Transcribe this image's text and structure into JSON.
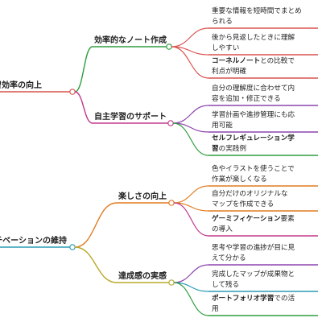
{
  "mindmap": {
    "roots": [
      {
        "label": "学習効率の向上",
        "color": "#d9534f",
        "children": [
          {
            "label": "効率的なノート作成",
            "color": "#2e9e3e",
            "children": [
              {
                "lines": [
                  [
                    {
                      "t": "重要な情報を短時間でまとめ"
                    }
                  ],
                  [
                    {
                      "t": "られる"
                    }
                  ]
                ],
                "color": "#d9534f"
              },
              {
                "lines": [
                  [
                    {
                      "t": "後から見返したときに理解"
                    }
                  ],
                  [
                    {
                      "t": "しやすい"
                    }
                  ]
                ],
                "color": "#d9534f"
              },
              {
                "lines": [
                  [
                    {
                      "t": "コーネルノート",
                      "b": true
                    },
                    {
                      "t": "との比較で"
                    }
                  ],
                  [
                    {
                      "t": "利点が明確"
                    }
                  ]
                ],
                "color": "#d9534f"
              }
            ]
          },
          {
            "label": "自主学習のサポート",
            "color": "#c2388a",
            "children": [
              {
                "lines": [
                  [
                    {
                      "t": "自分の理解度に合わせて内"
                    }
                  ],
                  [
                    {
                      "t": "容を追加・修正できる"
                    }
                  ]
                ],
                "color": "#8e44ad"
              },
              {
                "lines": [
                  [
                    {
                      "t": "学習計画や進捗管理にも応"
                    }
                  ],
                  [
                    {
                      "t": "用可能"
                    }
                  ]
                ],
                "color": "#8e44ad"
              },
              {
                "lines": [
                  [
                    {
                      "t": "セルフレギュレーション学",
                      "b": true
                    }
                  ],
                  [
                    {
                      "t": "習",
                      "b": true
                    },
                    {
                      "t": "の実践例"
                    }
                  ]
                ],
                "color": "#2e9e3e"
              }
            ]
          }
        ]
      },
      {
        "label": "モチベーションの維持",
        "color": "#2a9bb5",
        "children": [
          {
            "label": "楽しさの向上",
            "color": "#e07b1f",
            "children": [
              {
                "lines": [
                  [
                    {
                      "t": "色やイラストを使うことで"
                    }
                  ],
                  [
                    {
                      "t": "作業が楽しくなる"
                    }
                  ]
                ],
                "color": "#e07b1f"
              },
              {
                "lines": [
                  [
                    {
                      "t": "自分だけのオリジナルな"
                    }
                  ],
                  [
                    {
                      "t": "マップを作成できる"
                    }
                  ]
                ],
                "color": "#e07b1f"
              },
              {
                "lines": [
                  [
                    {
                      "t": "ゲーミフィケーション",
                      "b": true
                    },
                    {
                      "t": "要素"
                    }
                  ],
                  [
                    {
                      "t": "の導入"
                    }
                  ]
                ],
                "color": "#c2388a"
              }
            ]
          },
          {
            "label": "達成感の実感",
            "color": "#b8a92a",
            "children": [
              {
                "lines": [
                  [
                    {
                      "t": "思考や学習の進捗が目に見"
                    }
                  ],
                  [
                    {
                      "t": "えて分かる"
                    }
                  ]
                ],
                "color": "#8e44ad"
              },
              {
                "lines": [
                  [
                    {
                      "t": "完成したマップが成果物と"
                    }
                  ],
                  [
                    {
                      "t": "して残る"
                    }
                  ]
                ],
                "color": "#2a9bb5"
              },
              {
                "lines": [
                  [
                    {
                      "t": "ポートフォリオ学習",
                      "b": true
                    },
                    {
                      "t": "での活"
                    }
                  ],
                  [
                    {
                      "t": "用"
                    }
                  ]
                ],
                "color": "#2e9e3e"
              }
            ]
          }
        ]
      }
    ]
  }
}
